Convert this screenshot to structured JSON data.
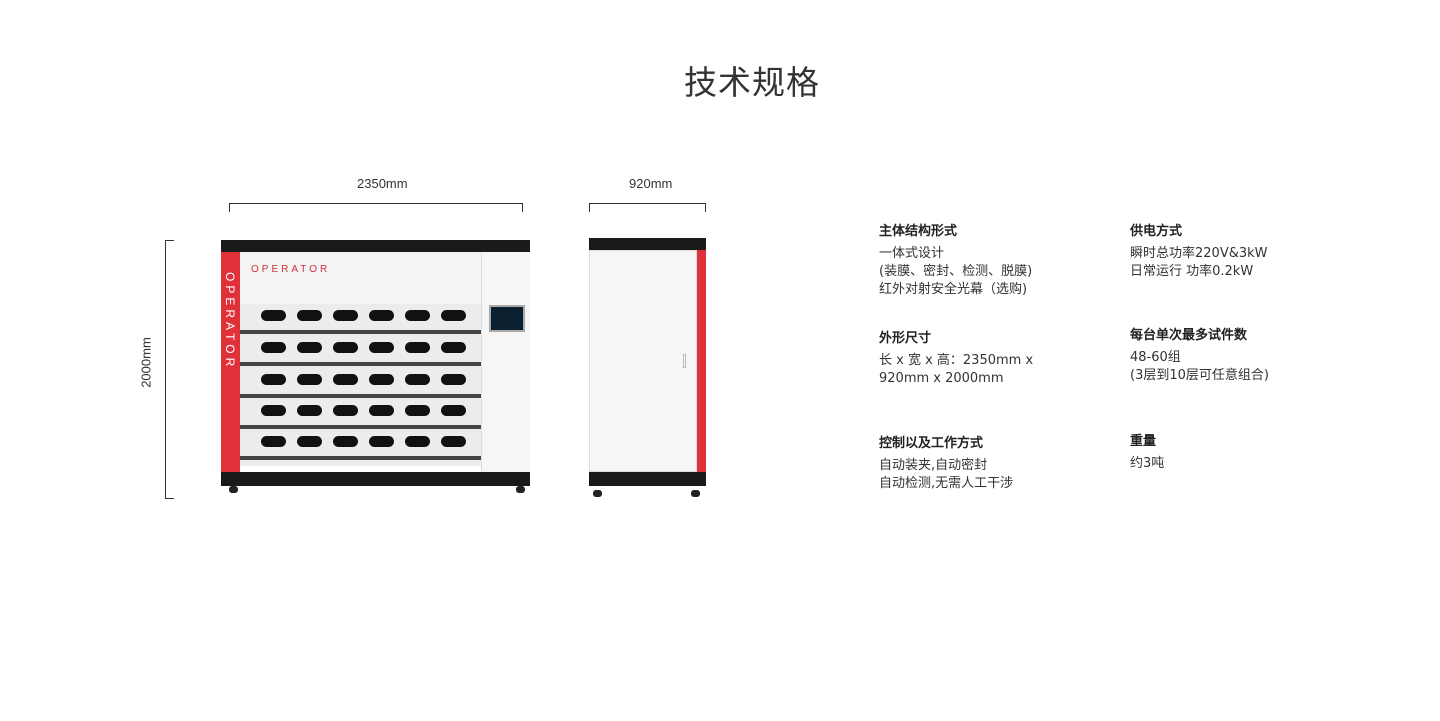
{
  "title": "技术规格",
  "dimensions": {
    "width_label": "2350mm",
    "depth_label": "920mm",
    "height_label": "2000mm"
  },
  "machine": {
    "brand": "OPERATOR",
    "side_text": "OPERATOR"
  },
  "specs": [
    {
      "title": "主体结构形式",
      "lines": [
        "一体式设计",
        "(装膜、密封、检测、脱膜)",
        " 红外对射安全光幕（选购)"
      ]
    },
    {
      "title": "供电方式",
      "lines": [
        "瞬时总功率220V&3kW",
        "日常运行 功率0.2kW"
      ]
    },
    {
      "title": "外形尺寸",
      "lines": [
        "长 x 宽 x 高：2350mm x",
        "920mm x 2000mm"
      ]
    },
    {
      "title": "每台单次最多试件数",
      "lines": [
        "48-60组",
        "(3层到10层可任意组合)"
      ]
    },
    {
      "title": "控制以及工作方式",
      "lines": [
        "自动装夹,自动密封",
        "自动检测,无需人工干涉"
      ]
    },
    {
      "title": "重量",
      "lines": [
        "约3吨"
      ]
    }
  ]
}
